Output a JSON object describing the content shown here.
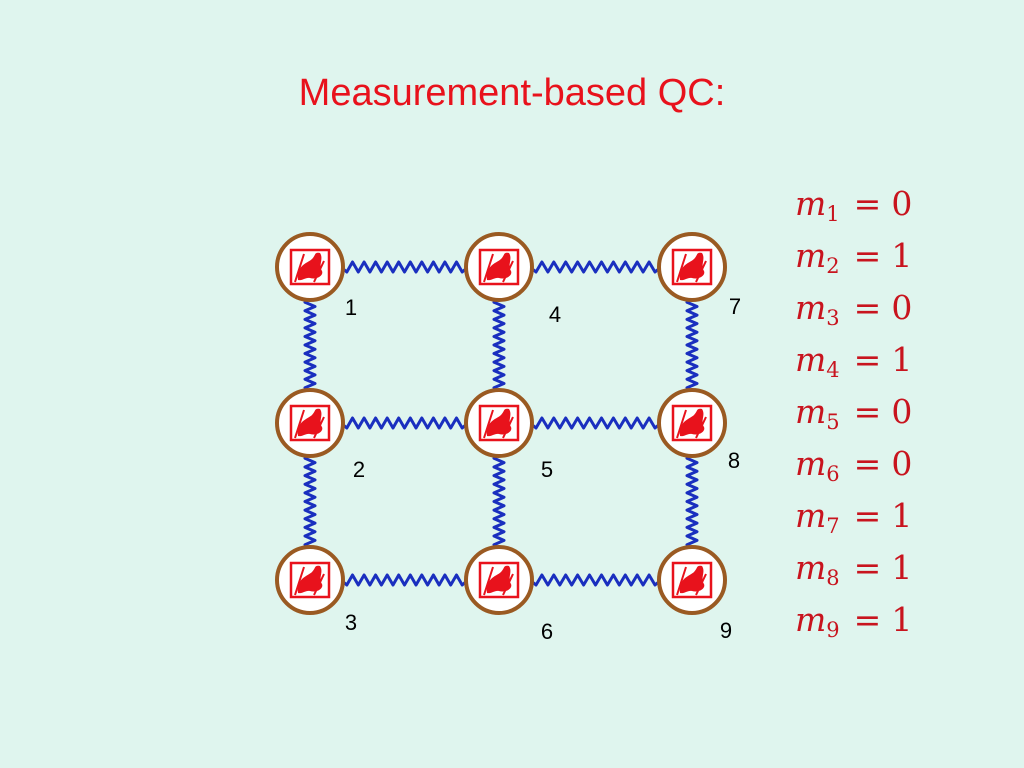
{
  "title": "Measurement-based QC:",
  "colors": {
    "background": "#dff5ee",
    "title": "#e8121c",
    "bond": "#1a2fbf",
    "node_ring": "#9a5a22",
    "node_fill": "#ffffff",
    "node_glyph": "#e8121c",
    "outcome_text": "#c8141e"
  },
  "nodes": [
    {
      "id": 1,
      "label": "1",
      "row": 0,
      "col": 0
    },
    {
      "id": 4,
      "label": "4",
      "row": 0,
      "col": 1
    },
    {
      "id": 7,
      "label": "7",
      "row": 0,
      "col": 2
    },
    {
      "id": 2,
      "label": "2",
      "row": 1,
      "col": 0
    },
    {
      "id": 5,
      "label": "5",
      "row": 1,
      "col": 1
    },
    {
      "id": 8,
      "label": "8",
      "row": 1,
      "col": 2
    },
    {
      "id": 3,
      "label": "3",
      "row": 2,
      "col": 0
    },
    {
      "id": 6,
      "label": "6",
      "row": 2,
      "col": 1
    },
    {
      "id": 9,
      "label": "9",
      "row": 2,
      "col": 2
    }
  ],
  "bonds": [
    [
      1,
      4
    ],
    [
      4,
      7
    ],
    [
      2,
      5
    ],
    [
      5,
      8
    ],
    [
      3,
      6
    ],
    [
      6,
      9
    ],
    [
      1,
      2
    ],
    [
      2,
      3
    ],
    [
      4,
      5
    ],
    [
      5,
      6
    ],
    [
      7,
      8
    ],
    [
      8,
      9
    ]
  ],
  "node_icon": "qubit-cat-icon",
  "outcomes": [
    {
      "var": "m",
      "sub": "1",
      "value": "0"
    },
    {
      "var": "m",
      "sub": "2",
      "value": "1"
    },
    {
      "var": "m",
      "sub": "3",
      "value": "0"
    },
    {
      "var": "m",
      "sub": "4",
      "value": "1"
    },
    {
      "var": "m",
      "sub": "5",
      "value": "0"
    },
    {
      "var": "m",
      "sub": "6",
      "value": "0"
    },
    {
      "var": "m",
      "sub": "7",
      "value": "1"
    },
    {
      "var": "m",
      "sub": "8",
      "value": "1"
    },
    {
      "var": "m",
      "sub": "9",
      "value": "1"
    }
  ]
}
